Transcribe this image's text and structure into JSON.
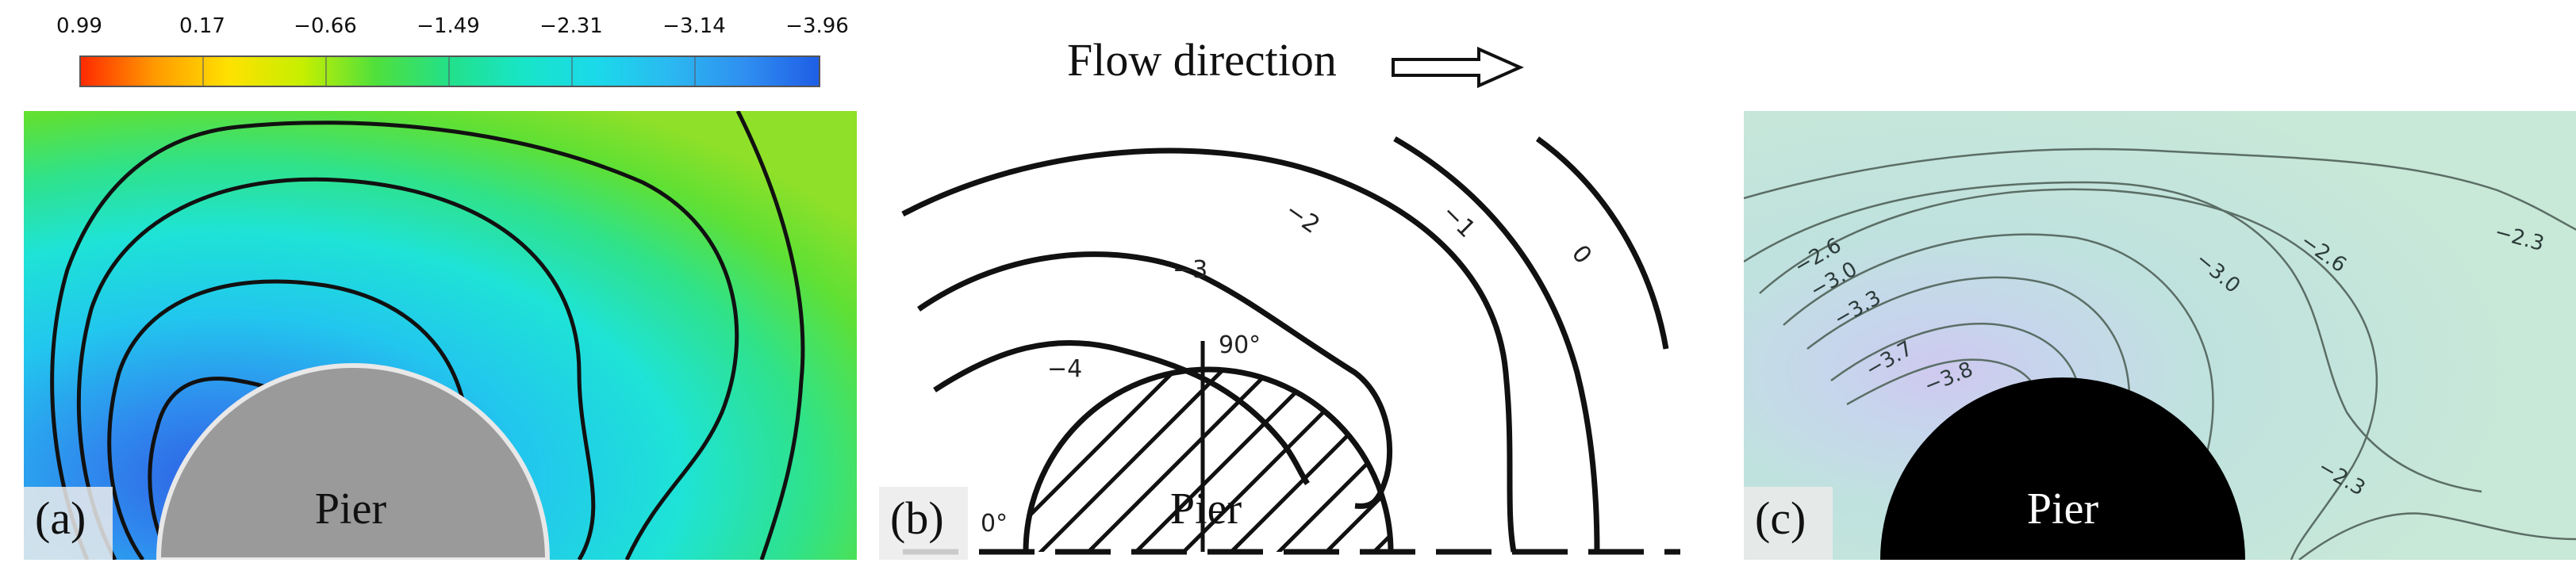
{
  "colorbar": {
    "ticks": [
      "0.99",
      "0.17",
      "−0.66",
      "−1.49",
      "−2.31",
      "−3.14",
      "−3.96"
    ],
    "colors": [
      "#ff2a00",
      "#ffe100",
      "#4fe03c",
      "#18e5c8",
      "#2bb8f0",
      "#1f5ee6"
    ]
  },
  "flow": {
    "title": "Flow direction",
    "arrow_icon": "hollow-right-arrow-icon"
  },
  "panel_a": {
    "label": "(a)",
    "pier": "Pier",
    "colors": {
      "low": "#2f6ae6",
      "mid": "#22d4e6",
      "high": "#5fe030",
      "pier_fill": "#9a9a9a"
    }
  },
  "panel_b": {
    "label": "(b)",
    "pier": "Pier",
    "contour_labels": [
      "−4",
      "−3",
      "−2",
      "−1",
      "0"
    ],
    "angle_labels": [
      "90°",
      "0°"
    ]
  },
  "panel_c": {
    "label": "(c)",
    "pier": "Pier",
    "contour_labels": [
      "−2.6",
      "−3.0",
      "−3.3",
      "−3.7",
      "−3.8",
      "−3.0",
      "−2.6",
      "−2.3",
      "−2.3"
    ],
    "colors": {
      "background": "#c4e6dc",
      "core": "#c9c8ee",
      "pier_fill": "#000000"
    }
  }
}
